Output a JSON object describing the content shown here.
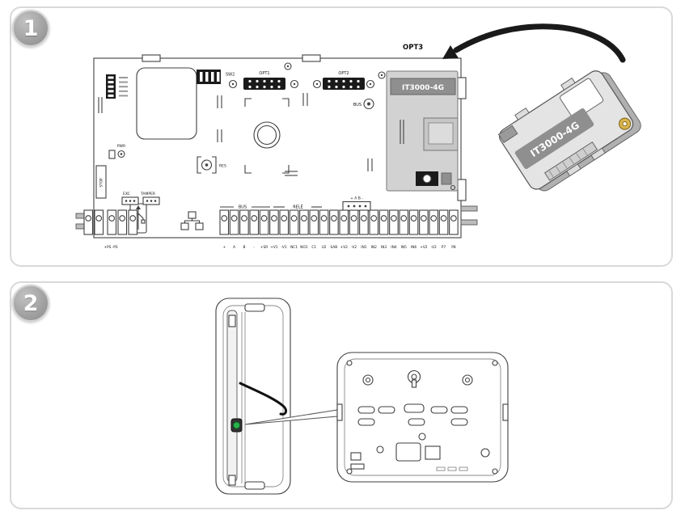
{
  "panels": {
    "step1": {
      "badge": "1",
      "callout": "OPT3",
      "module_label": "IT3000-4G",
      "board": {
        "sw2_label": "SW2",
        "opt1_label": "OPT1",
        "opt2_label": "OPT2",
        "bus_top_label": "BUS",
        "pwr_label": "PWR",
        "res_label": "RES",
        "stop_label": "STOP",
        "exc_label": "EXC",
        "tamper_label": "TAMPER",
        "bus_bottom_label": "BUS",
        "rele_label": "RELÈ",
        "ab_connector_label": "+ A B -",
        "slot_module_label": "IT3000-4G",
        "ps_terminals_label": "+PS -PS",
        "terminal_labels": [
          "+",
          "A",
          "B",
          "-",
          "+SR",
          "+V1",
          "-V1",
          "NC1",
          "NO1",
          "C1",
          "U2",
          "SAB",
          "+V2",
          "-V2",
          "IN1",
          "IN2",
          "IN3",
          "IN4",
          "IN5",
          "IN6",
          "+V2",
          "-V2",
          "P7",
          "P8"
        ]
      }
    },
    "step2": {
      "badge": "2",
      "led_color": "#2ab24a"
    }
  },
  "colors": {
    "panel_border": "#d9d9d9",
    "badge_bg": "#979797",
    "board_line": "#3f3f3f",
    "slot_fill": "#d2d2d2",
    "label_band": "#8f8f8f",
    "arrow": "#1a1a1a",
    "antenna_jack": "#d9b64f"
  }
}
